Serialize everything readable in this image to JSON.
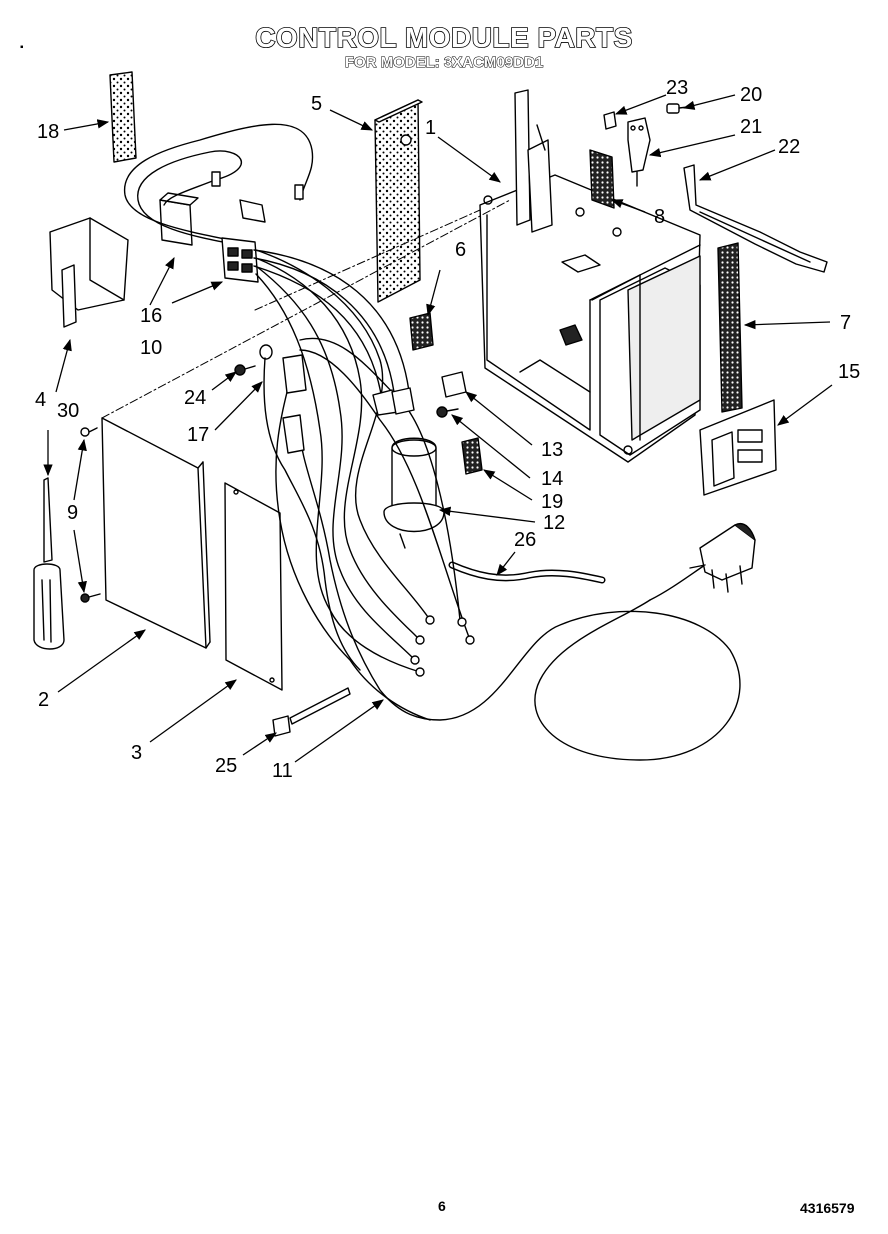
{
  "header": {
    "title": "CONTROL MODULE PARTS",
    "subtitle": "FOR MODEL: 3XACM09DD1"
  },
  "footer": {
    "page_number": "6",
    "document_number": "4316579"
  },
  "mark": "▪",
  "callouts": {
    "c1": "1",
    "c2": "2",
    "c3": "3",
    "c4": "4",
    "c5": "5",
    "c6": "6",
    "c7": "7",
    "c8": "8",
    "c9": "9",
    "c10": "10",
    "c11": "11",
    "c12": "12",
    "c13": "13",
    "c14": "14",
    "c15": "15",
    "c16": "16",
    "c17": "17",
    "c18": "18",
    "c19": "19",
    "c20": "20",
    "c21": "21",
    "c22": "22",
    "c23": "23",
    "c24": "24",
    "c25": "25",
    "c26": "26",
    "c30": "30"
  },
  "colors": {
    "ink": "#000000",
    "paper": "#ffffff"
  }
}
